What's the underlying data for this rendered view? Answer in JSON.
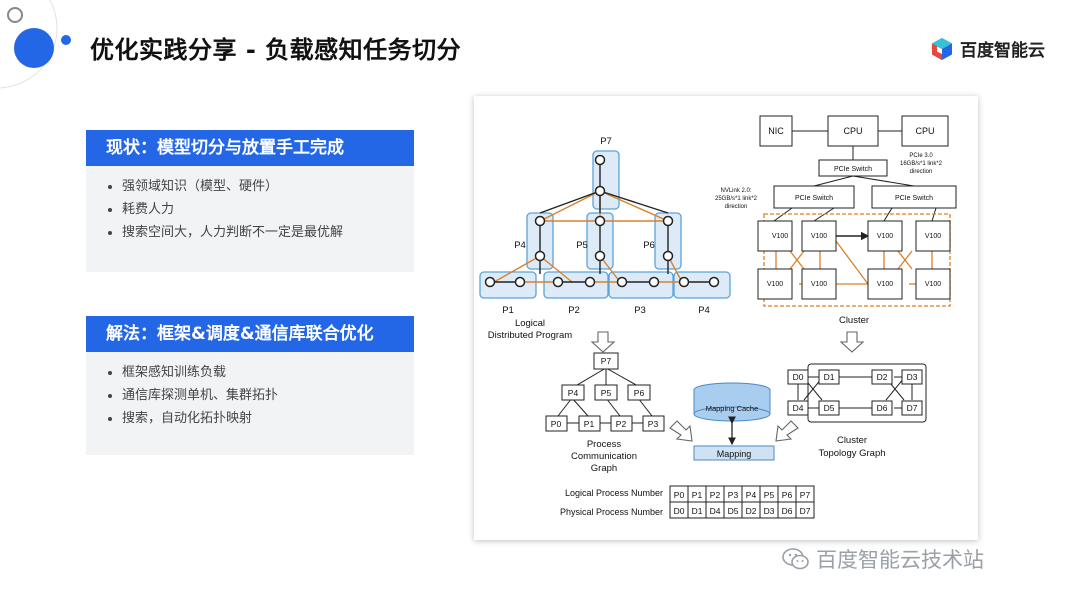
{
  "slide": {
    "title": "优化实践分享 - 负载感知任务切分",
    "brand": "百度智能云",
    "watermark": "百度智能云技术站"
  },
  "panels": [
    {
      "heading": "现状：模型切分与放置手工完成",
      "bullets": [
        "强领域知识（模型、硬件）",
        "耗费人力",
        "搜索空间大，人力判断不一定是最优解"
      ]
    },
    {
      "heading": "解法：框架&调度&通信库联合优化",
      "bullets": [
        "框架感知训练负载",
        "通信库探测单机、集群拓扑",
        "搜索，自动化拓扑映射"
      ]
    }
  ],
  "diagram": {
    "logical": {
      "p7": "P7",
      "p4": "P4",
      "p5": "P5",
      "p6": "P6",
      "bottom": [
        "P1",
        "P2",
        "P3",
        "P4"
      ],
      "caption1": "Logical",
      "caption2": "Distributed Program"
    },
    "cluster": {
      "nic": "NIC",
      "cpu1": "CPU",
      "cpu2": "CPU",
      "pcie_top": "PCIe Switch",
      "pcie_left": "PCIe Switch",
      "pcie_right": "PCIe Switch",
      "pcie_note": [
        "PCIe 3.0",
        "16GB/s*1 link*2",
        "direction"
      ],
      "nvlink_note": [
        "NVLink 2.0:",
        "25GB/s*1 link*2",
        "direction"
      ],
      "gpu": "V100",
      "caption": "Cluster"
    },
    "pcg": {
      "nodes": {
        "p7": "P7",
        "p4": "P4",
        "p5": "P5",
        "p6": "P6",
        "p0": "P0",
        "p1": "P1",
        "p2": "P2",
        "p3": "P3"
      },
      "caption": [
        "Process",
        "Communication",
        "Graph"
      ]
    },
    "ctg": {
      "nodes": {
        "d0": "D0",
        "d1": "D1",
        "d2": "D2",
        "d3": "D3",
        "d4": "D4",
        "d5": "D5",
        "d6": "D6",
        "d7": "D7"
      },
      "caption": [
        "Cluster",
        "Topology Graph"
      ]
    },
    "mapping_cache": "Mapping Cache",
    "mapping": "Mapping",
    "table": {
      "logical_label": "Logical Process Number",
      "physical_label": "Physical Process Number",
      "logical": [
        "P0",
        "P1",
        "P2",
        "P3",
        "P4",
        "P5",
        "P6",
        "P7"
      ],
      "physical": [
        "D0",
        "D1",
        "D4",
        "D5",
        "D2",
        "D3",
        "D6",
        "D7"
      ]
    }
  },
  "colors": {
    "accent": "#2467e6",
    "group_fill": "#dcebf7",
    "group_stroke": "#5ba3d9",
    "orange": "#d9822b"
  }
}
